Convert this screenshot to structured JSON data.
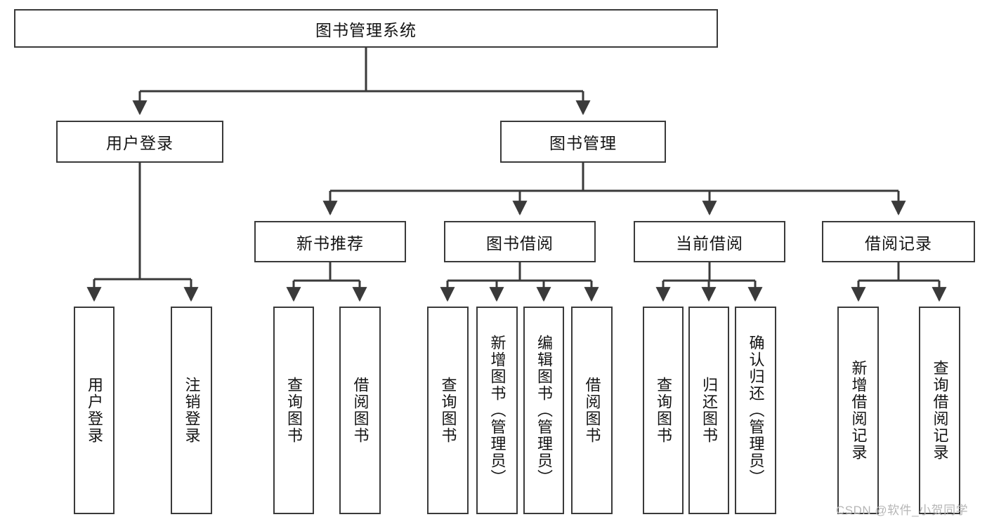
{
  "diagram": {
    "type": "tree",
    "title": "图书管理系统",
    "root": {
      "id": "root",
      "label": "图书管理系统"
    },
    "level1": [
      {
        "id": "login",
        "label": "用户登录"
      },
      {
        "id": "bookmgmt",
        "label": "图书管理"
      }
    ],
    "level2": [
      {
        "id": "newbook",
        "label": "新书推荐",
        "parent": "bookmgmt"
      },
      {
        "id": "borrow",
        "label": "图书借阅",
        "parent": "bookmgmt"
      },
      {
        "id": "current",
        "label": "当前借阅",
        "parent": "bookmgmt"
      },
      {
        "id": "record",
        "label": "借阅记录",
        "parent": "bookmgmt"
      }
    ],
    "leaves": [
      {
        "id": "leaf-user-login",
        "label": "用户登录",
        "parent": "login"
      },
      {
        "id": "leaf-user-logout",
        "label": "注销登录",
        "parent": "login"
      },
      {
        "id": "leaf-nb-query",
        "label": "查询图书",
        "parent": "newbook"
      },
      {
        "id": "leaf-nb-borrow",
        "label": "借阅图书",
        "parent": "newbook"
      },
      {
        "id": "leaf-bo-query",
        "label": "查询图书",
        "parent": "borrow"
      },
      {
        "id": "leaf-bo-add",
        "label": "新增图书（管理员）",
        "parent": "borrow"
      },
      {
        "id": "leaf-bo-edit",
        "label": "编辑图书（管理员）",
        "parent": "borrow"
      },
      {
        "id": "leaf-bo-borrow",
        "label": "借阅图书",
        "parent": "borrow"
      },
      {
        "id": "leaf-cu-query",
        "label": "查询图书",
        "parent": "current"
      },
      {
        "id": "leaf-cu-return",
        "label": "归还图书",
        "parent": "current"
      },
      {
        "id": "leaf-cu-confirm",
        "label": "确认归还（管理员）",
        "parent": "current"
      },
      {
        "id": "leaf-re-add",
        "label": "新增借阅记录",
        "parent": "record"
      },
      {
        "id": "leaf-re-query",
        "label": "查询借阅记录",
        "parent": "record"
      }
    ],
    "colors": {
      "stroke": "#3a3a3a",
      "fill": "#ffffff",
      "text": "#141414",
      "watermark": "#b6b6b6"
    }
  },
  "watermark": {
    "text": "CSDN @软件_小贺同学"
  }
}
